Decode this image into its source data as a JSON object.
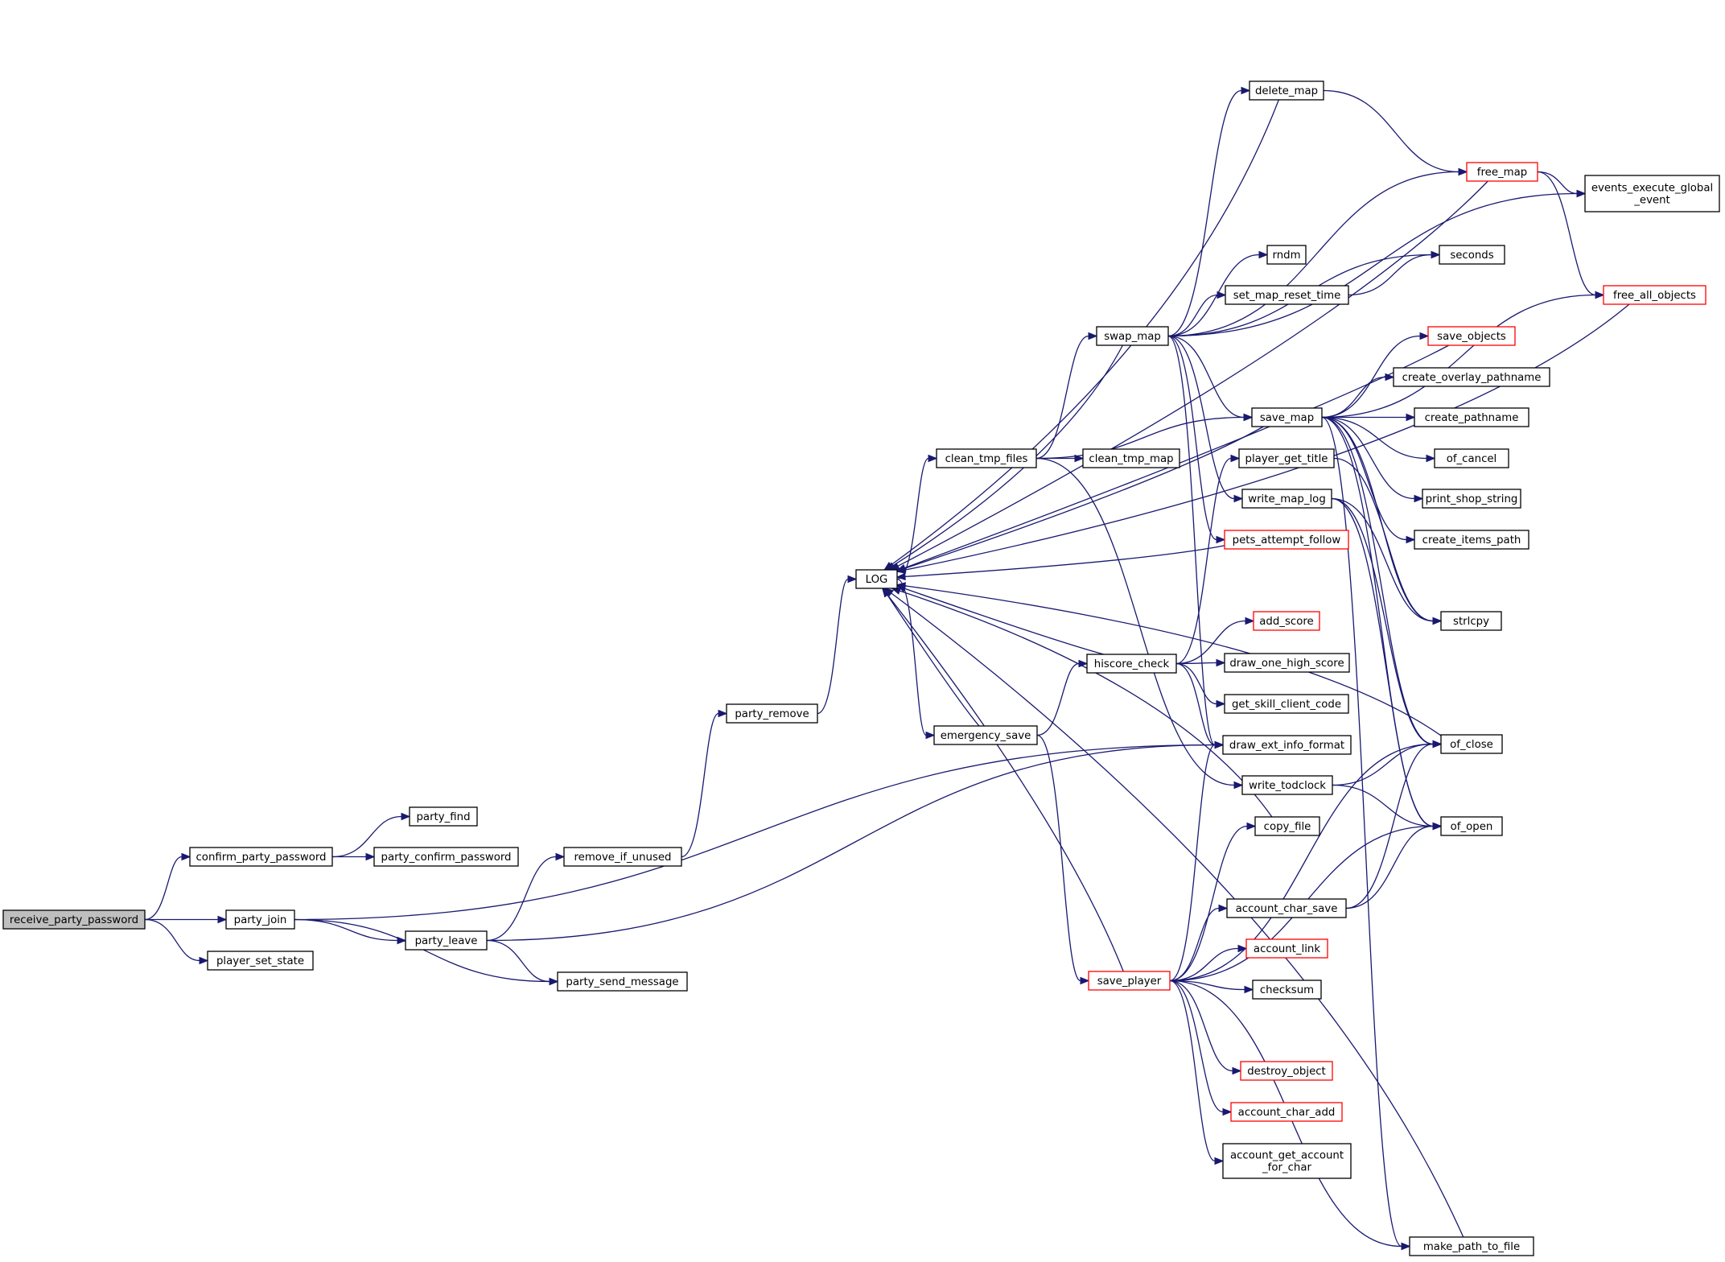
{
  "colors": {
    "edge": "#191970",
    "node_border": "#000000",
    "node_border_truncated": "#ff0000",
    "node_fill": "#ffffff",
    "root_fill": "#bfbfbf"
  },
  "nodes": [
    {
      "id": "receive_party_password",
      "lines": [
        "receive_party_password"
      ],
      "root": true
    },
    {
      "id": "confirm_party_password",
      "lines": [
        "confirm_party_password"
      ]
    },
    {
      "id": "party_find",
      "lines": [
        "party_find"
      ]
    },
    {
      "id": "party_confirm_password",
      "lines": [
        "party_confirm_password"
      ]
    },
    {
      "id": "party_join",
      "lines": [
        "party_join"
      ]
    },
    {
      "id": "player_set_state",
      "lines": [
        "player_set_state"
      ]
    },
    {
      "id": "party_leave",
      "lines": [
        "party_leave"
      ]
    },
    {
      "id": "party_send_message",
      "lines": [
        "party_send_message"
      ]
    },
    {
      "id": "remove_if_unused",
      "lines": [
        "remove_if_unused"
      ]
    },
    {
      "id": "party_remove",
      "lines": [
        "party_remove"
      ]
    },
    {
      "id": "LOG",
      "lines": [
        "LOG"
      ]
    },
    {
      "id": "clean_tmp_files",
      "lines": [
        "clean_tmp_files"
      ]
    },
    {
      "id": "emergency_save",
      "lines": [
        "emergency_save"
      ]
    },
    {
      "id": "swap_map",
      "lines": [
        "swap_map"
      ]
    },
    {
      "id": "clean_tmp_map",
      "lines": [
        "clean_tmp_map"
      ]
    },
    {
      "id": "hiscore_check",
      "lines": [
        "hiscore_check"
      ]
    },
    {
      "id": "save_player",
      "lines": [
        "save_player"
      ],
      "truncated": true
    },
    {
      "id": "delete_map",
      "lines": [
        "delete_map"
      ]
    },
    {
      "id": "rndm",
      "lines": [
        "rndm"
      ]
    },
    {
      "id": "set_map_reset_time",
      "lines": [
        "set_map_reset_time"
      ]
    },
    {
      "id": "save_map",
      "lines": [
        "save_map"
      ]
    },
    {
      "id": "player_get_title",
      "lines": [
        "player_get_title"
      ]
    },
    {
      "id": "write_map_log",
      "lines": [
        "write_map_log"
      ]
    },
    {
      "id": "pets_attempt_follow",
      "lines": [
        "pets_attempt_follow"
      ],
      "truncated": true
    },
    {
      "id": "add_score",
      "lines": [
        "add_score"
      ],
      "truncated": true
    },
    {
      "id": "draw_one_high_score",
      "lines": [
        "draw_one_high_score"
      ]
    },
    {
      "id": "get_skill_client_code",
      "lines": [
        "get_skill_client_code"
      ]
    },
    {
      "id": "draw_ext_info_format",
      "lines": [
        "draw_ext_info_format"
      ]
    },
    {
      "id": "write_todclock",
      "lines": [
        "write_todclock"
      ]
    },
    {
      "id": "copy_file",
      "lines": [
        "copy_file"
      ]
    },
    {
      "id": "account_char_save",
      "lines": [
        "account_char_save"
      ]
    },
    {
      "id": "account_link",
      "lines": [
        "account_link"
      ],
      "truncated": true
    },
    {
      "id": "checksum",
      "lines": [
        "checksum"
      ]
    },
    {
      "id": "destroy_object",
      "lines": [
        "destroy_object"
      ],
      "truncated": true
    },
    {
      "id": "account_char_add",
      "lines": [
        "account_char_add"
      ],
      "truncated": true
    },
    {
      "id": "account_get_account_for_char",
      "lines": [
        "account_get_account",
        "_for_char"
      ]
    },
    {
      "id": "free_map",
      "lines": [
        "free_map"
      ],
      "truncated": true
    },
    {
      "id": "seconds",
      "lines": [
        "seconds"
      ]
    },
    {
      "id": "save_objects",
      "lines": [
        "save_objects"
      ],
      "truncated": true
    },
    {
      "id": "create_overlay_pathname",
      "lines": [
        "create_overlay_pathname"
      ]
    },
    {
      "id": "create_pathname",
      "lines": [
        "create_pathname"
      ]
    },
    {
      "id": "of_cancel",
      "lines": [
        "of_cancel"
      ]
    },
    {
      "id": "print_shop_string",
      "lines": [
        "print_shop_string"
      ]
    },
    {
      "id": "create_items_path",
      "lines": [
        "create_items_path"
      ]
    },
    {
      "id": "strlcpy",
      "lines": [
        "strlcpy"
      ]
    },
    {
      "id": "of_close",
      "lines": [
        "of_close"
      ]
    },
    {
      "id": "of_open",
      "lines": [
        "of_open"
      ]
    },
    {
      "id": "make_path_to_file",
      "lines": [
        "make_path_to_file"
      ]
    },
    {
      "id": "events_execute_global_event",
      "lines": [
        "events_execute_global",
        "_event"
      ]
    },
    {
      "id": "free_all_objects",
      "lines": [
        "free_all_objects"
      ],
      "truncated": true
    }
  ],
  "edges": [
    [
      "receive_party_password",
      "confirm_party_password"
    ],
    [
      "receive_party_password",
      "party_join"
    ],
    [
      "receive_party_password",
      "player_set_state"
    ],
    [
      "confirm_party_password",
      "party_find"
    ],
    [
      "confirm_party_password",
      "party_confirm_password"
    ],
    [
      "party_join",
      "party_leave"
    ],
    [
      "party_join",
      "party_send_message"
    ],
    [
      "party_join",
      "draw_ext_info_format"
    ],
    [
      "party_leave",
      "remove_if_unused"
    ],
    [
      "party_leave",
      "party_send_message"
    ],
    [
      "party_leave",
      "draw_ext_info_format"
    ],
    [
      "remove_if_unused",
      "party_remove"
    ],
    [
      "party_remove",
      "LOG"
    ],
    [
      "LOG",
      "clean_tmp_files"
    ],
    [
      "LOG",
      "emergency_save"
    ],
    [
      "clean_tmp_files",
      "swap_map"
    ],
    [
      "clean_tmp_files",
      "clean_tmp_map"
    ],
    [
      "clean_tmp_files",
      "save_map"
    ],
    [
      "clean_tmp_files",
      "write_todclock"
    ],
    [
      "emergency_save",
      "LOG"
    ],
    [
      "emergency_save",
      "hiscore_check"
    ],
    [
      "emergency_save",
      "save_player"
    ],
    [
      "swap_map",
      "LOG"
    ],
    [
      "swap_map",
      "delete_map"
    ],
    [
      "swap_map",
      "free_map"
    ],
    [
      "swap_map",
      "events_execute_global_event"
    ],
    [
      "swap_map",
      "rndm"
    ],
    [
      "swap_map",
      "set_map_reset_time"
    ],
    [
      "swap_map",
      "seconds"
    ],
    [
      "swap_map",
      "save_map"
    ],
    [
      "swap_map",
      "write_map_log"
    ],
    [
      "swap_map",
      "pets_attempt_follow"
    ],
    [
      "swap_map",
      "draw_ext_info_format"
    ],
    [
      "delete_map",
      "LOG"
    ],
    [
      "delete_map",
      "free_map"
    ],
    [
      "free_map",
      "LOG"
    ],
    [
      "free_map",
      "events_execute_global_event"
    ],
    [
      "free_map",
      "free_all_objects"
    ],
    [
      "free_all_objects",
      "LOG"
    ],
    [
      "set_map_reset_time",
      "seconds"
    ],
    [
      "save_objects",
      "LOG"
    ],
    [
      "save_map",
      "LOG"
    ],
    [
      "save_map",
      "save_objects"
    ],
    [
      "save_map",
      "create_overlay_pathname"
    ],
    [
      "save_map",
      "create_pathname"
    ],
    [
      "save_map",
      "of_cancel"
    ],
    [
      "save_map",
      "print_shop_string"
    ],
    [
      "save_map",
      "create_items_path"
    ],
    [
      "save_map",
      "free_all_objects"
    ],
    [
      "save_map",
      "strlcpy"
    ],
    [
      "save_map",
      "of_close"
    ],
    [
      "save_map",
      "of_open"
    ],
    [
      "save_map",
      "make_path_to_file"
    ],
    [
      "write_map_log",
      "of_open"
    ],
    [
      "write_map_log",
      "of_close"
    ],
    [
      "write_map_log",
      "strlcpy"
    ],
    [
      "player_get_title",
      "strlcpy"
    ],
    [
      "pets_attempt_follow",
      "LOG"
    ],
    [
      "hiscore_check",
      "LOG"
    ],
    [
      "hiscore_check",
      "player_get_title"
    ],
    [
      "hiscore_check",
      "add_score"
    ],
    [
      "hiscore_check",
      "draw_one_high_score"
    ],
    [
      "hiscore_check",
      "get_skill_client_code"
    ],
    [
      "hiscore_check",
      "draw_ext_info_format"
    ],
    [
      "write_todclock",
      "of_close"
    ],
    [
      "write_todclock",
      "of_open"
    ],
    [
      "copy_file",
      "LOG"
    ],
    [
      "account_char_save",
      "of_open"
    ],
    [
      "account_char_save",
      "of_close"
    ],
    [
      "save_player",
      "LOG"
    ],
    [
      "save_player",
      "draw_ext_info_format"
    ],
    [
      "save_player",
      "copy_file"
    ],
    [
      "save_player",
      "account_char_save"
    ],
    [
      "save_player",
      "account_link"
    ],
    [
      "save_player",
      "checksum"
    ],
    [
      "save_player",
      "destroy_object"
    ],
    [
      "save_player",
      "account_char_add"
    ],
    [
      "save_player",
      "account_get_account_for_char"
    ],
    [
      "save_player",
      "of_open"
    ],
    [
      "save_player",
      "of_close"
    ],
    [
      "save_player",
      "make_path_to_file"
    ],
    [
      "of_close",
      "LOG"
    ],
    [
      "make_path_to_file",
      "LOG"
    ]
  ]
}
